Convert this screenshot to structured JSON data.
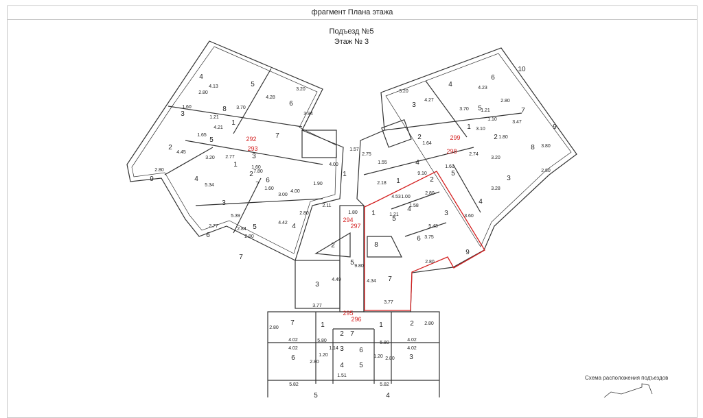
{
  "header": {
    "title": "фрагмент Плана этажа"
  },
  "plan": {
    "entrance": "Подъезд №5",
    "floor": "Этаж № 3"
  },
  "scheme_title": "Схема расположения подъездов",
  "colors": {
    "wall": "#333333",
    "highlight": "#d42020"
  },
  "apartment_numbers": [
    "292",
    "293",
    "294",
    "297",
    "295",
    "296",
    "299",
    "298"
  ],
  "labels": [
    "4",
    "2.80",
    "4.13",
    "5",
    "4.28",
    "6",
    "3.20",
    "3.94",
    "3.70",
    "8",
    "1.21",
    "1.60",
    "3",
    "4.21",
    "1",
    "7",
    "1.65",
    "5",
    "2",
    "4.45",
    "3.20",
    "2.77",
    "3",
    "1",
    "1.60",
    "7.80",
    "9",
    "2.80",
    "4",
    "5.34",
    "2",
    "6",
    "7",
    "1.60",
    "3",
    "3.00",
    "4.00",
    "2.11",
    "4.42",
    "4",
    "2.80",
    "5.39",
    "2.77",
    "5",
    "2.84",
    "2.80",
    "6",
    "7",
    "1",
    "4.00",
    "1.90",
    "1.80",
    "1",
    "2",
    "8",
    "5",
    "9.80",
    "3",
    "4.49",
    "3.77",
    "7",
    "4.34",
    "3.77",
    "10",
    "6",
    "4.23",
    "4",
    "4.27",
    "3.20",
    "3",
    "3.70",
    "1.21",
    "2.80",
    "5",
    "7",
    "3.47",
    "1.10",
    "9",
    "1",
    "3.10",
    "2",
    "1.64",
    "2",
    "1.80",
    "8",
    "3.80",
    "3.20",
    "2.74",
    "1.57",
    "2.75",
    "1.55",
    "4",
    "9.10",
    "1.60",
    "5",
    "3",
    "3.28",
    "2.80",
    "1",
    "2",
    "2.18",
    "4.53",
    "1.00",
    "2.80",
    "4",
    "3.60",
    "3",
    "1.58",
    "4",
    "1.21",
    "5",
    "5.43",
    "6",
    "3.75",
    "9",
    "2.80",
    "2.80",
    "7",
    "1",
    "4.02",
    "6",
    "2.80",
    "5.80",
    "1.20",
    "2",
    "7",
    "3",
    "6",
    "4",
    "5",
    "1.51",
    "4.02",
    "5.82",
    "1.20",
    "5.80",
    "2",
    "1",
    "4.02",
    "4.02",
    "3",
    "2.80",
    "1.14",
    "5",
    "4",
    "5.82",
    "2.80"
  ]
}
